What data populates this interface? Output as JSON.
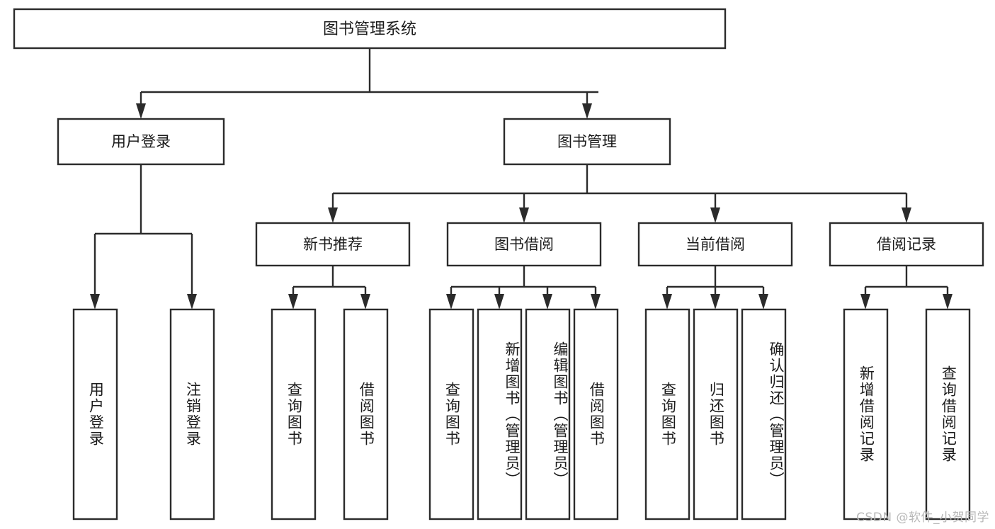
{
  "diagram": {
    "type": "tree",
    "title": "图书管理系统",
    "watermark": "CSDN @软件_小贺同学",
    "colors": {
      "stroke": "#2b2b2b",
      "fill": "#ffffff",
      "text": "#1b1b1b",
      "watermark": "#b8b8b8"
    },
    "levels": {
      "root": {
        "label": "图书管理系统"
      },
      "level2": [
        {
          "label": "用户登录"
        },
        {
          "label": "图书管理"
        }
      ],
      "level3": [
        {
          "label": "新书推荐"
        },
        {
          "label": "图书借阅"
        },
        {
          "label": "当前借阅"
        },
        {
          "label": "借阅记录"
        }
      ],
      "leaves": [
        {
          "label": "用户登录",
          "parent": "用户登录"
        },
        {
          "label": "注销登录",
          "parent": "用户登录"
        },
        {
          "label": "查询图书",
          "parent": "新书推荐"
        },
        {
          "label": "借阅图书",
          "parent": "新书推荐"
        },
        {
          "label": "查询图书",
          "parent": "图书借阅"
        },
        {
          "label": "新增图书（管理员）",
          "parent": "图书借阅"
        },
        {
          "label": "编辑图书（管理员）",
          "parent": "图书借阅"
        },
        {
          "label": "借阅图书",
          "parent": "图书借阅"
        },
        {
          "label": "查询图书",
          "parent": "当前借阅"
        },
        {
          "label": "归还图书",
          "parent": "当前借阅"
        },
        {
          "label": "确认归还（管理员）",
          "parent": "当前借阅"
        },
        {
          "label": "新增借阅记录",
          "parent": "借阅记录"
        },
        {
          "label": "查询借阅记录",
          "parent": "借阅记录"
        }
      ]
    }
  }
}
